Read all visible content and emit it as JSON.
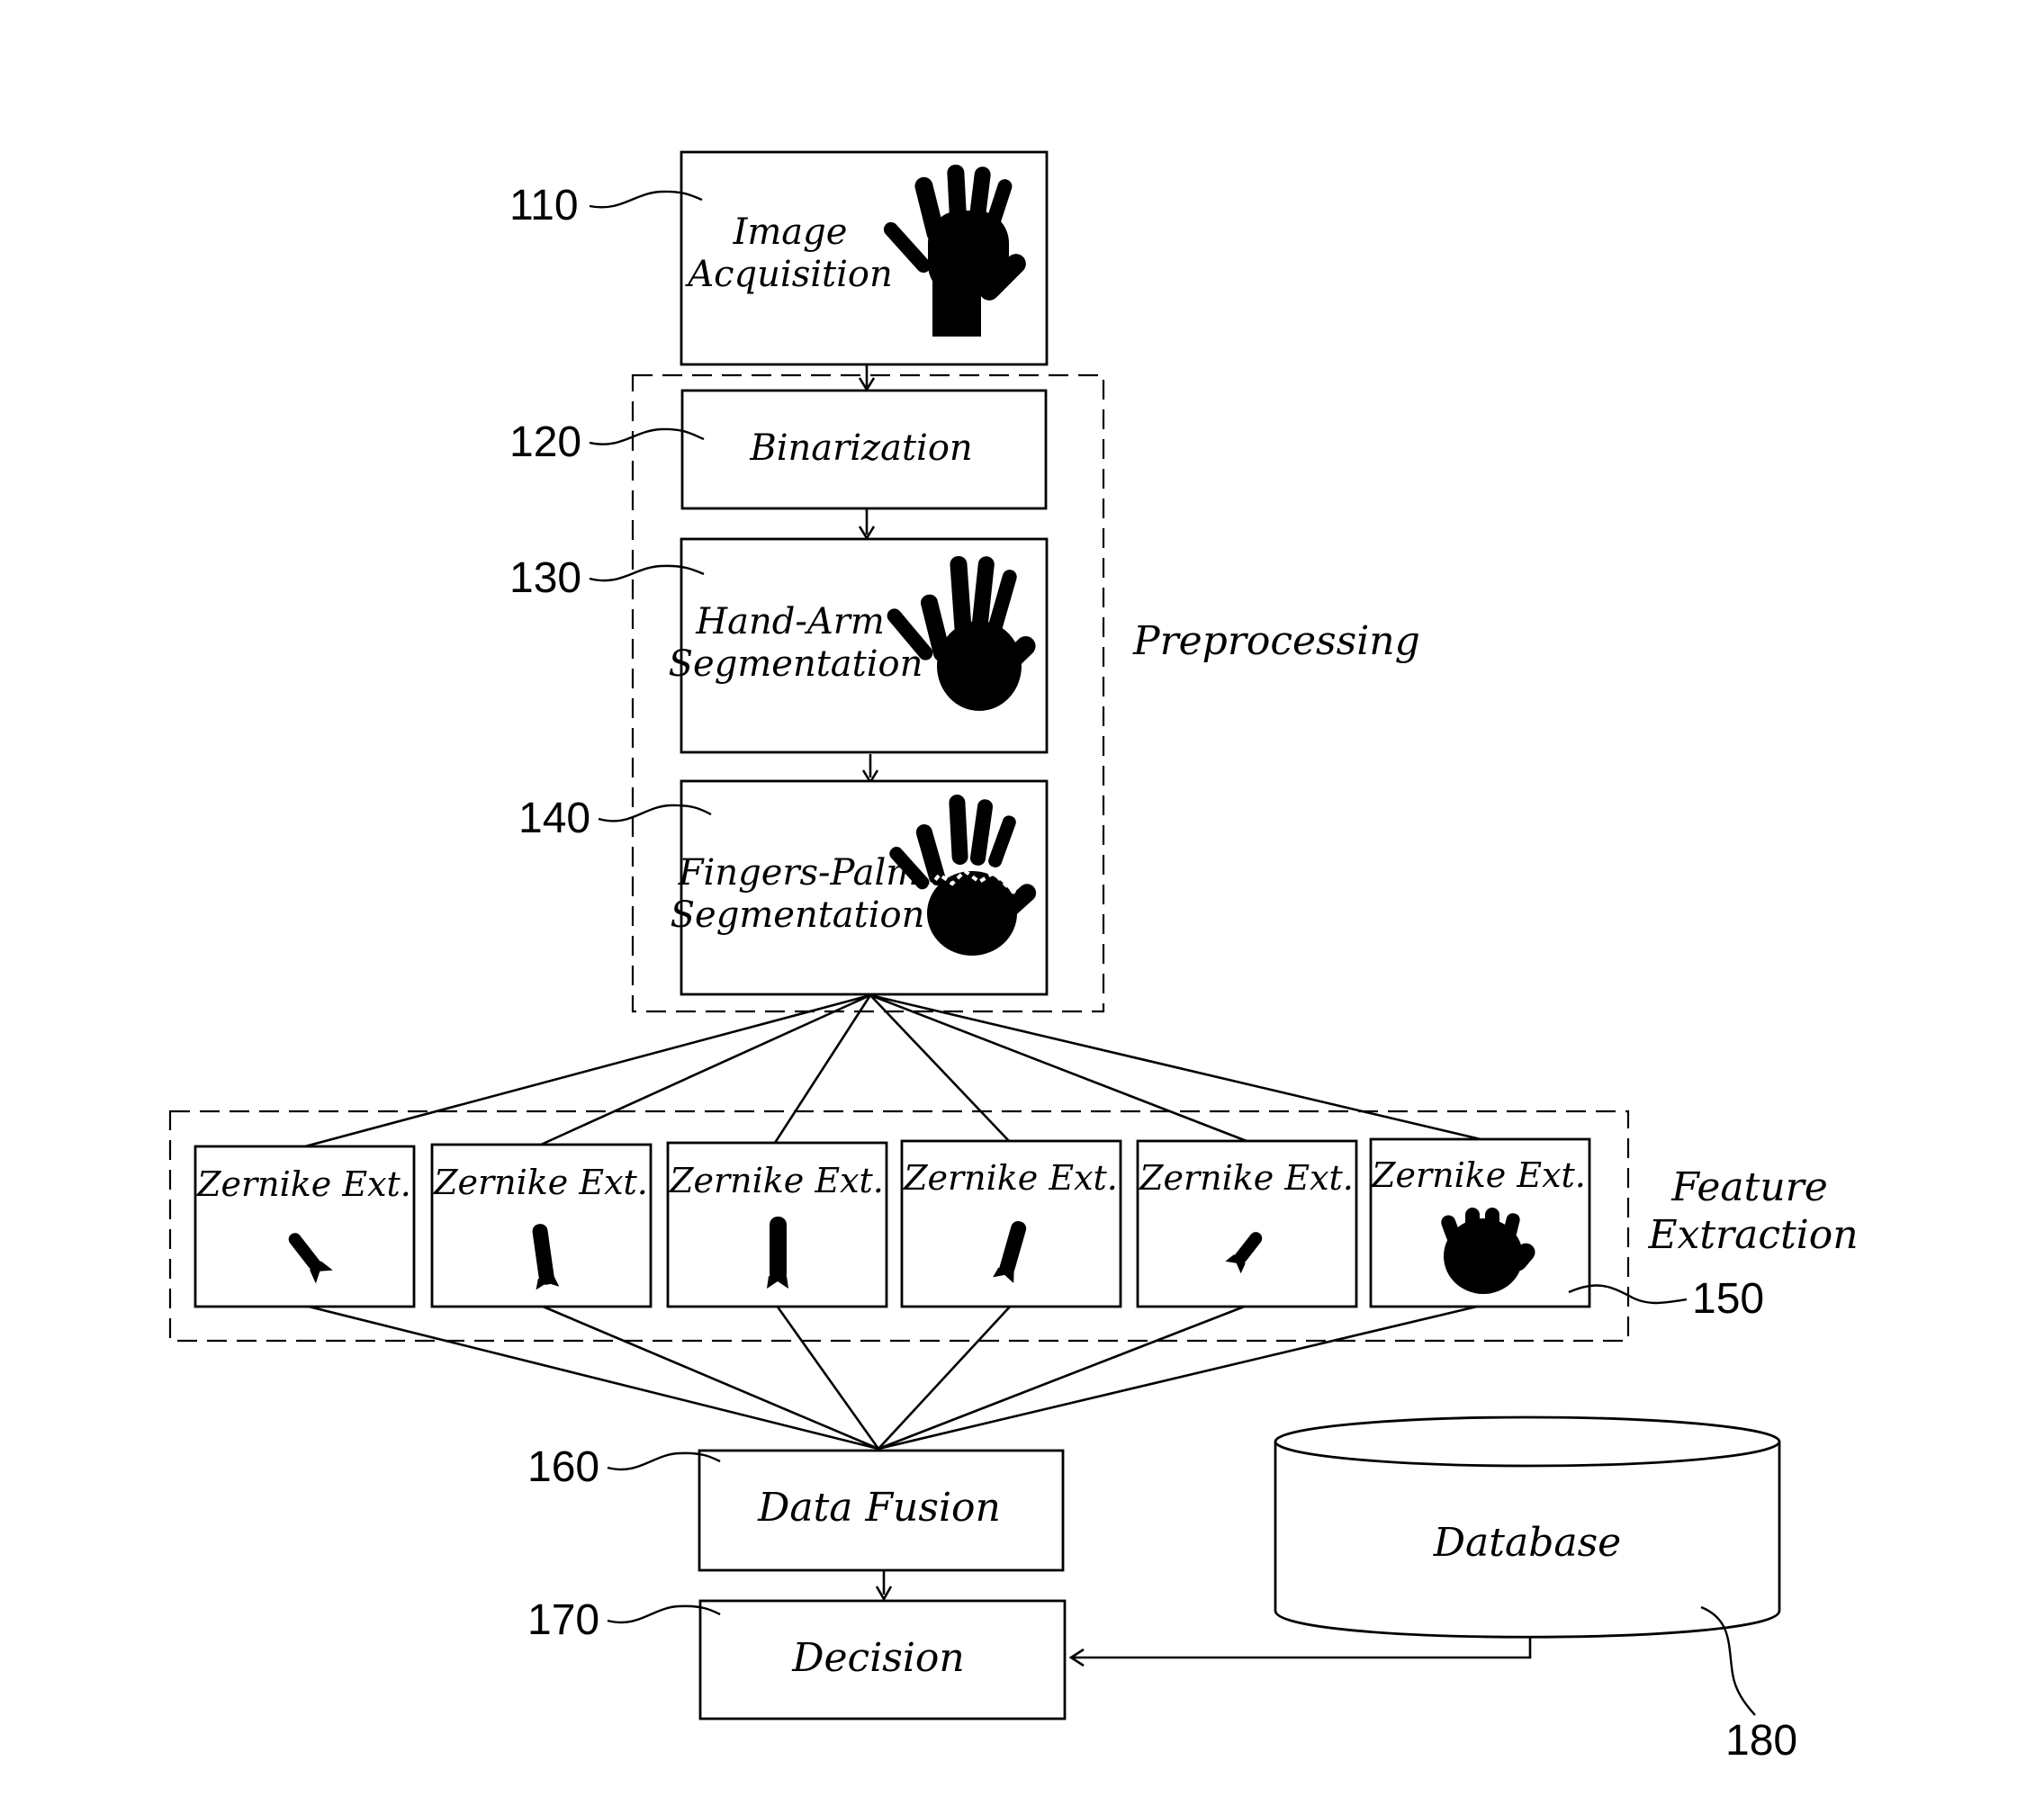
{
  "steps": {
    "acquisition": {
      "ref": "110",
      "line1": "Image",
      "line2": "Acquisition"
    },
    "binarization": {
      "ref": "120",
      "label": "Binarization"
    },
    "hand_arm": {
      "ref": "130",
      "line1": "Hand-Arm",
      "line2": "Segmentation"
    },
    "fingers_palm": {
      "ref": "140",
      "line1": "Fingers-Palm",
      "line2": "Segmentation"
    },
    "data_fusion": {
      "ref": "160",
      "label": "Data Fusion"
    },
    "decision": {
      "ref": "170",
      "label": "Decision"
    },
    "database": {
      "ref": "180",
      "label": "Database"
    }
  },
  "groups": {
    "preprocessing": {
      "label": "Preprocessing"
    },
    "feature_extraction": {
      "ref": "150",
      "line1": "Feature",
      "line2": "Extraction"
    }
  },
  "extractors": [
    {
      "label": "Zernike Ext.",
      "part": "thumb"
    },
    {
      "label": "Zernike Ext.",
      "part": "index finger"
    },
    {
      "label": "Zernike Ext.",
      "part": "middle finger"
    },
    {
      "label": "Zernike Ext.",
      "part": "ring finger"
    },
    {
      "label": "Zernike Ext.",
      "part": "little finger"
    },
    {
      "label": "Zernike Ext.",
      "part": "palm"
    }
  ],
  "colors": {
    "ink": "#000000",
    "paper": "#ffffff"
  }
}
